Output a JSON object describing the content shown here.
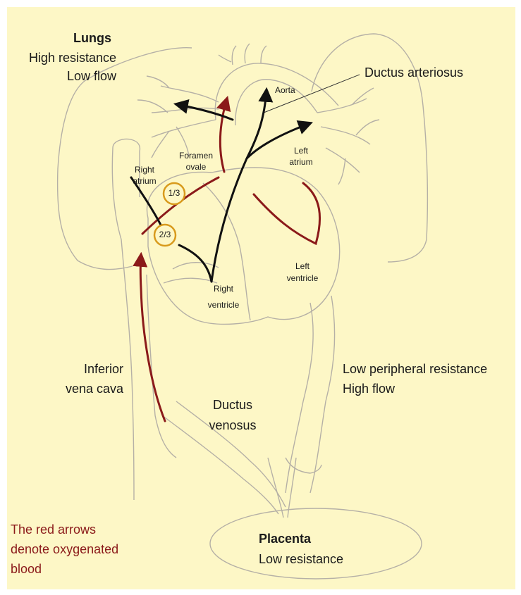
{
  "labels": {
    "lungs_title": "Lungs",
    "lungs_line1": "High resistance",
    "lungs_line2": "Low flow",
    "ductus_arteriosus": "Ductus arteriosus",
    "aorta": "Aorta",
    "foramen_ovale_1": "Foramen",
    "foramen_ovale_2": "ovale",
    "right_atrium_1": "Right",
    "right_atrium_2": "atrium",
    "left_atrium_1": "Left",
    "left_atrium_2": "atrium",
    "left_ventricle_1": "Left",
    "left_ventricle_2": "ventricle",
    "right_ventricle_1": "Right",
    "right_ventricle_2": "ventricle",
    "ivc_1": "Inferior",
    "ivc_2": "vena cava",
    "ductus_venosus_1": "Ductus",
    "ductus_venosus_2": "venosus",
    "peripheral_1": "Low peripheral resistance",
    "peripheral_2": "High flow",
    "placenta_title": "Placenta",
    "placenta_sub": "Low resistance",
    "note_1": "The red arrows",
    "note_2": "denote oxygenated",
    "note_3": "blood",
    "fraction_one_third": "1/3",
    "fraction_two_thirds": "2/3"
  },
  "colors": {
    "background": "#fdf7c6",
    "outline": "#b5b0a6",
    "oxygenated": "#8b1a1a",
    "deoxygenated": "#111111",
    "circle_border": "#d89a1c"
  }
}
